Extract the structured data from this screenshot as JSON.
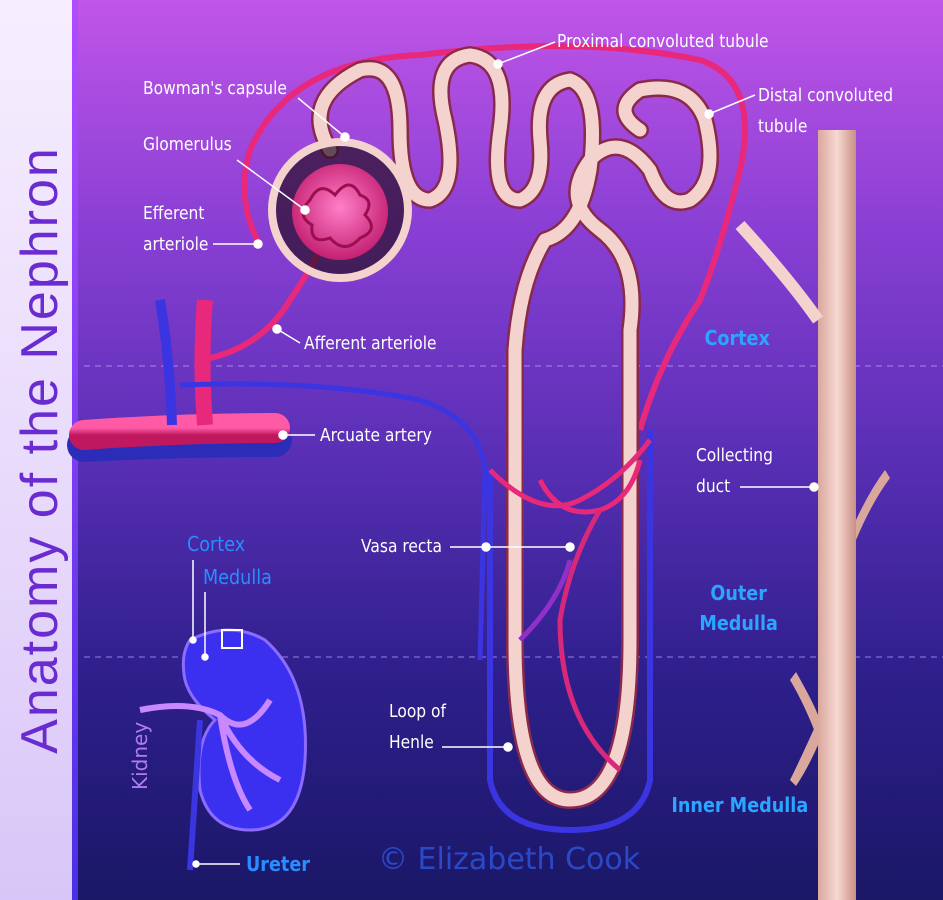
{
  "title": "Anatomy of the Nephron",
  "labels": {
    "proximal": "Proximal convoluted tubule",
    "bowman": "Bowman's capsule",
    "glomerulus": "Glomerulus",
    "efferent": "Efferent\narteriole",
    "distal": "Distal convoluted\ntubule",
    "afferent": "Afferent arteriole",
    "arcuate": "Arcuate artery",
    "collecting": "Collecting\nduct",
    "vasa_recta": "Vasa recta",
    "loop": "Loop of\nHenle"
  },
  "zones": {
    "cortex": "Cortex",
    "outer_medulla": "Outer\nMedulla",
    "inner_medulla": "Inner Medulla"
  },
  "kidney_inset": {
    "cortex": "Cortex",
    "medulla": "Medulla",
    "kidney": "Kidney",
    "ureter": "Ureter"
  },
  "copyright": "© Elizabeth Cook",
  "colors": {
    "artery": "#e8287a",
    "vein": "#3a35e0",
    "tubule": "#f4d3cf",
    "zone_text": "#2aa6ff"
  }
}
